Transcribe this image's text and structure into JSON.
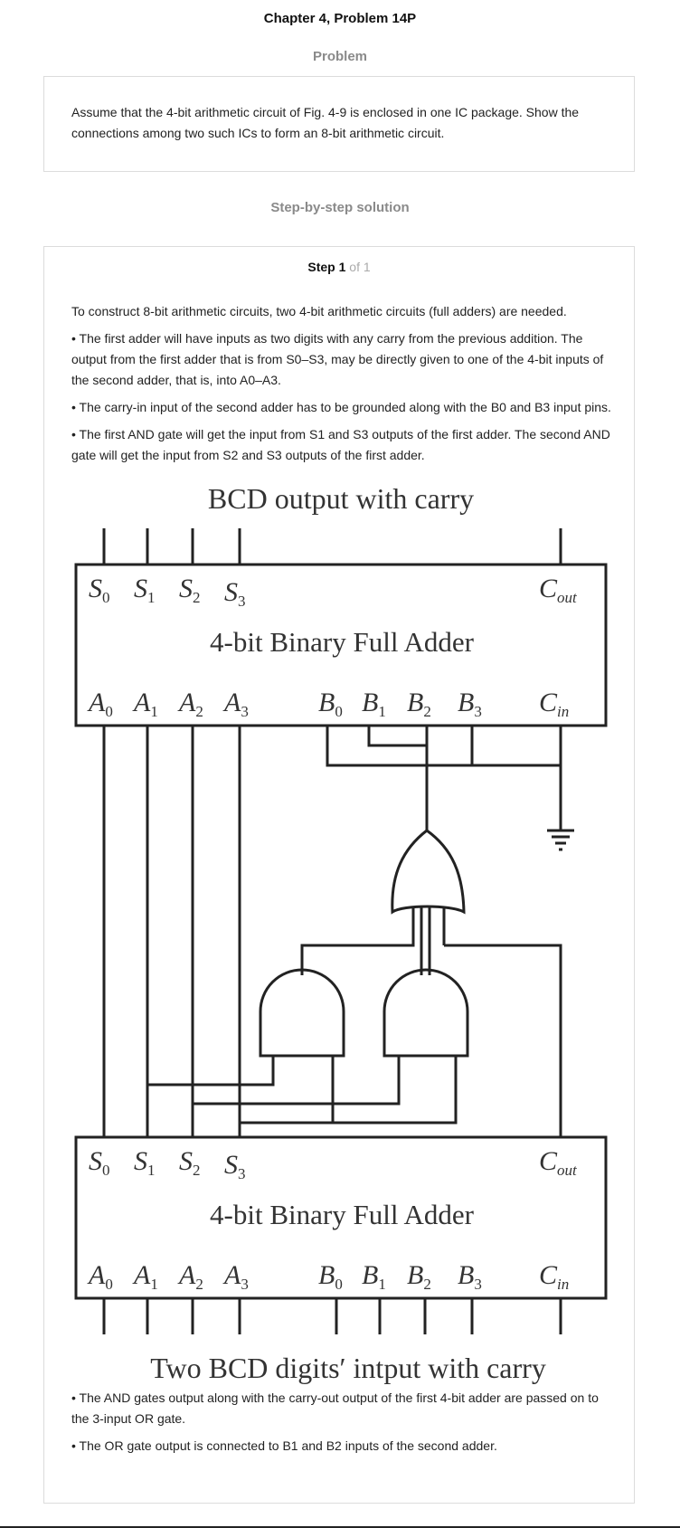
{
  "page": {
    "title": "Chapter 4, Problem 14P"
  },
  "problem": {
    "heading": "Problem",
    "text": "Assume that the 4-bit arithmetic circuit of Fig. 4-9 is enclosed in one IC package. Show the connections among two such ICs to form an 8-bit arithmetic circuit."
  },
  "solution": {
    "heading": "Step-by-step solution",
    "step_word": "Step",
    "step_current": "1",
    "step_total_text": "of 1",
    "paragraphs_before": [
      "To construct 8-bit arithmetic circuits, two 4-bit arithmetic circuits (full adders) are needed.",
      "• The first adder will have inputs as two digits with any carry from the previous addition. The output from the first adder that is from S0–S3, may be directly given to one of the 4-bit inputs of the second adder, that is, into A0–A3.",
      "• The carry-in input of the second adder has to be grounded along with the B0 and B3 input pins.",
      "• The first AND gate will get the input from S1 and S3 outputs of the first adder. The second AND gate will get the input from S2 and S3 outputs of the first adder."
    ],
    "paragraphs_after": [
      "• The AND gates output along with the carry-out output of the first 4-bit adder are passed on to the 3-input OR gate.",
      "• The OR gate output is connected to B1 and B2 inputs of the second adder."
    ]
  },
  "diagram": {
    "top_caption": "BCD output with carry",
    "bottom_caption": "Two BCD digits′ intput with carry",
    "adder_title": "4-bit Binary Full Adder",
    "s_letter": "S",
    "a_letter": "A",
    "b_letter": "B",
    "c_letter": "C",
    "sub_0": "0",
    "sub_1": "1",
    "sub_2": "2",
    "sub_3": "3",
    "sub_out": "out",
    "sub_in": "in"
  }
}
